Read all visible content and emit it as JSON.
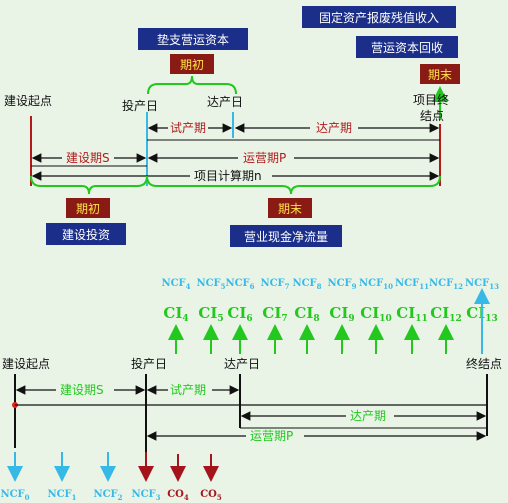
{
  "top": {
    "labels": {
      "start": "建设起点",
      "production_day": "投产日",
      "reach_day": "达产日",
      "end_line1": "项目终",
      "end_line2": "结点",
      "trial_period": "试产期",
      "reach_period": "达产期",
      "construction_period": "建设期S",
      "operation_period": "运营期P",
      "calc_period": "项目计算期n"
    },
    "boxes": {
      "advance_working_capital": "垫支营运资本",
      "begin_period_top": "期初",
      "fixed_asset_salvage": "固定资产报废残值收入",
      "working_capital_recovery": "营运资本回收",
      "end_period_right": "期末",
      "begin_period_bottom": "期初",
      "construction_investment": "建设投资",
      "end_period_bottom": "期末",
      "operating_cash_flow": "营业现金净流量"
    }
  },
  "bottom": {
    "labels": {
      "start": "建设起点",
      "production_day": "投产日",
      "reach_day": "达产日",
      "end": "终结点",
      "construction_period": "建设期S",
      "trial_period": "试产期",
      "reach_period": "达产期",
      "operation_period": "运营期P"
    },
    "ncf_top": [
      "NCF4",
      "NCF5",
      "NCF6",
      "NCF7",
      "NCF8",
      "NCF9",
      "NCF10",
      "NCF11",
      "NCF12",
      "NCF13"
    ],
    "ci": [
      "CI4",
      "CI5",
      "CI6",
      "CI7",
      "CI8",
      "CI9",
      "CI10",
      "CI11",
      "CI12",
      "CI13"
    ],
    "ncf_bottom": [
      "NCF0",
      "NCF1",
      "NCF2",
      "NCF3"
    ],
    "co": [
      "CO4",
      "CO5"
    ]
  },
  "colors": {
    "background": "#e9f4e7",
    "box_fill": "#1b2f8a",
    "box_fill_dark": "#8a1a14",
    "green": "#22c81e",
    "blue": "#37b9e8",
    "red": "#b31b1b"
  }
}
